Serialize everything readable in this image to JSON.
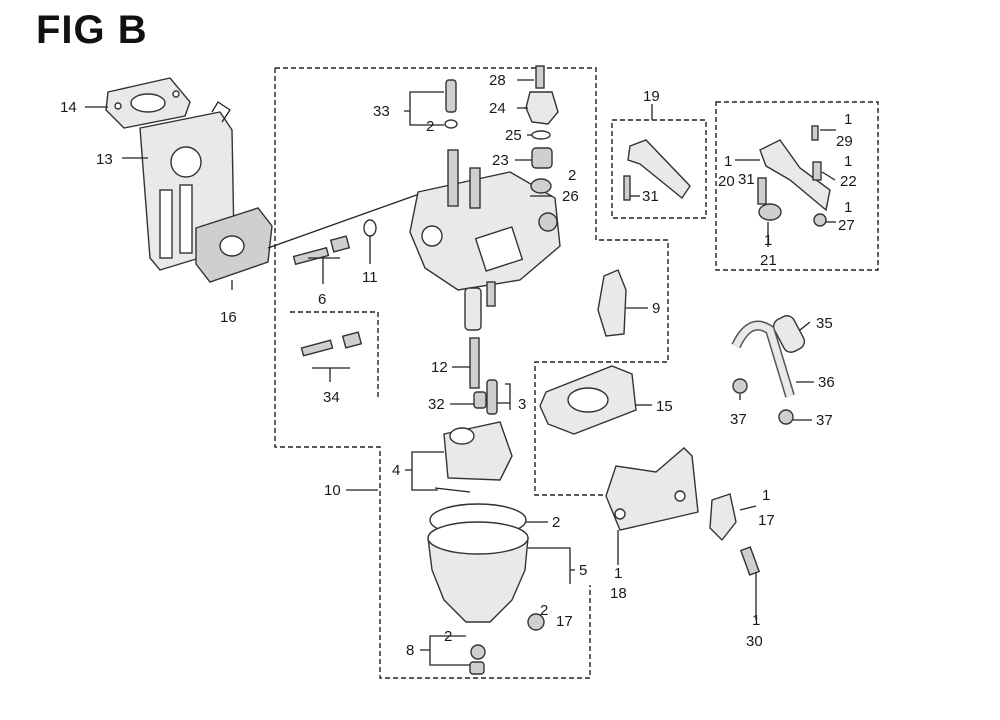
{
  "title": "FIG B",
  "callouts": {
    "c1": "1",
    "c2": "2",
    "c3": "3",
    "c4": "4",
    "c5": "5",
    "c6": "6",
    "c8": "8",
    "c9": "9",
    "c10": "10",
    "c11": "11",
    "c12": "12",
    "c13": "13",
    "c14": "14",
    "c15": "15",
    "c16": "16",
    "c17": "17",
    "c18": "18",
    "c19": "19",
    "c20": "20",
    "c21": "21",
    "c22": "22",
    "c23": "23",
    "c24": "24",
    "c25": "25",
    "c26": "26",
    "c27": "27",
    "c28": "28",
    "c29": "29",
    "c30": "30",
    "c31": "31",
    "c32": "32",
    "c33": "33",
    "c34": "34",
    "c35": "35",
    "c36": "36",
    "c37": "37"
  }
}
